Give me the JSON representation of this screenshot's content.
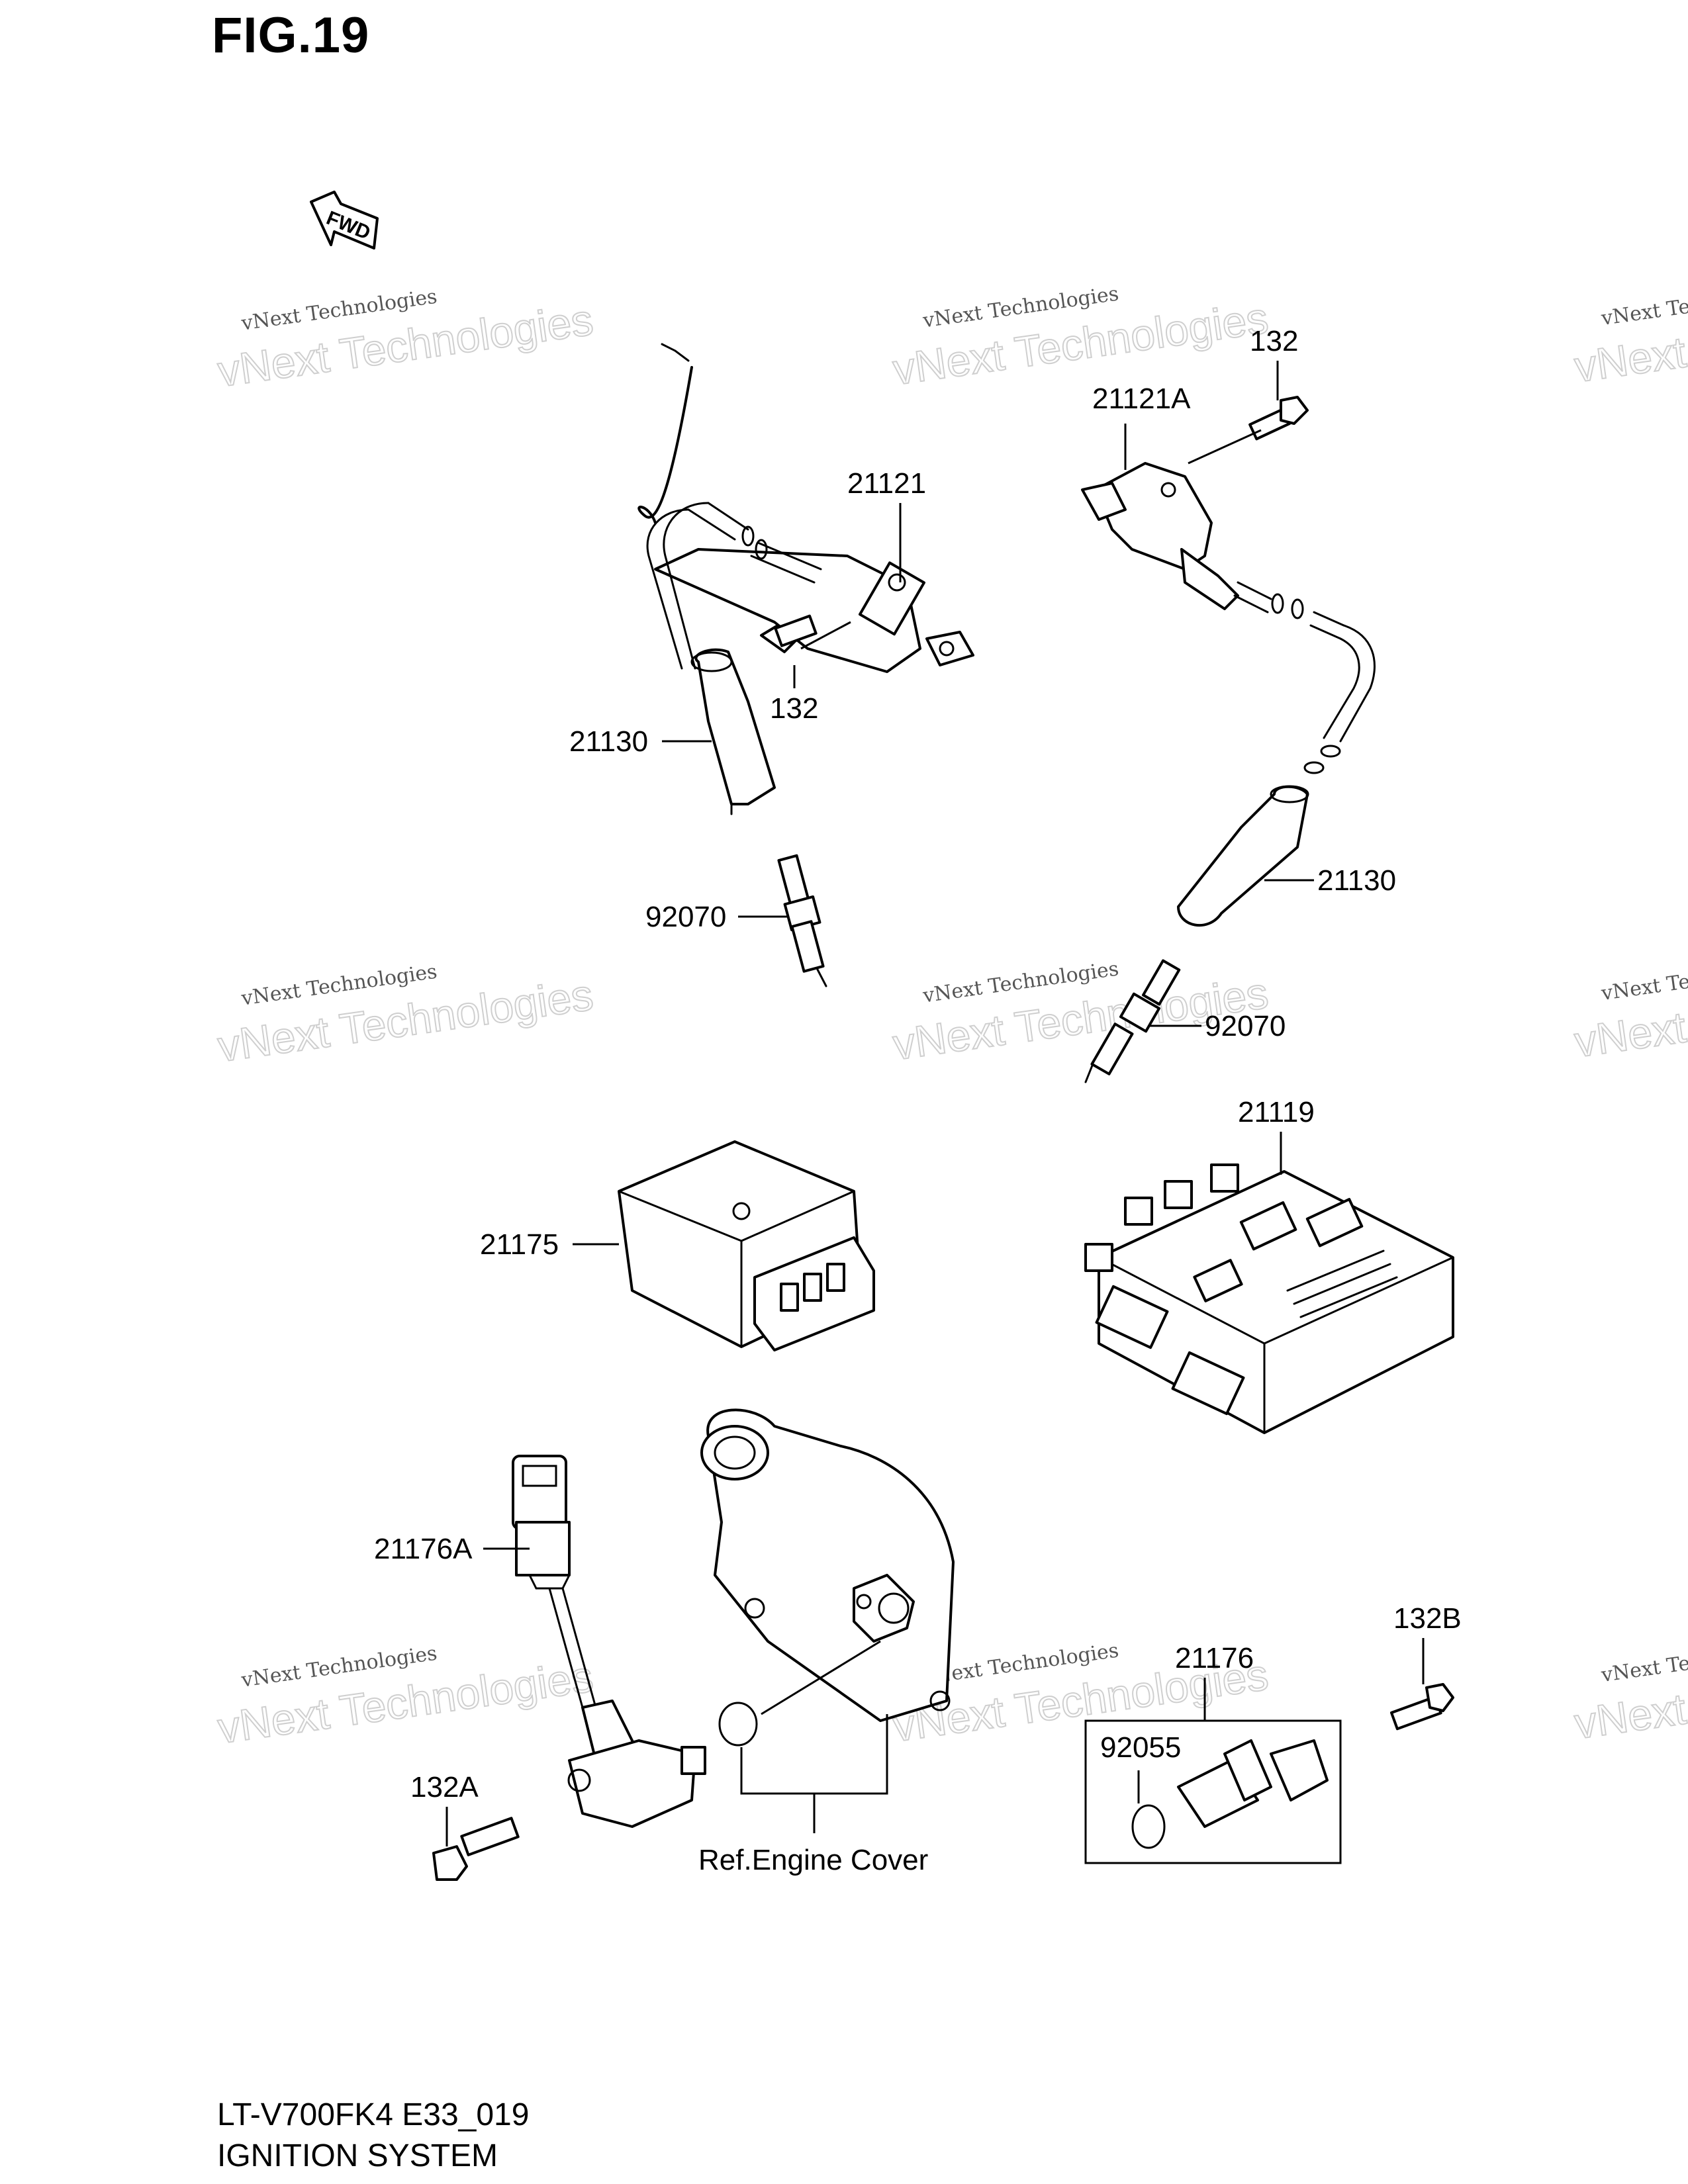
{
  "figure_title": "FIG.19",
  "direction_arrow": "FWD",
  "watermark": {
    "small_text": "vNext Technologies",
    "large_text": "vNext Technologies"
  },
  "callouts": {
    "c132_top": "132",
    "c21121A": "21121A",
    "c21121": "21121",
    "c132_mid": "132",
    "c21130_left": "21130",
    "c21130_right": "21130",
    "c92070_left": "92070",
    "c92070_right": "92070",
    "c21119": "21119",
    "c21175": "21175",
    "c21176A": "21176A",
    "c132A": "132A",
    "c132B": "132B",
    "c21176": "21176",
    "c92055": "92055",
    "ref_engine_cover": "Ref.Engine Cover"
  },
  "footer": {
    "model_code": "LT-V700FK4 E33_019",
    "section_name": "IGNITION SYSTEM"
  }
}
